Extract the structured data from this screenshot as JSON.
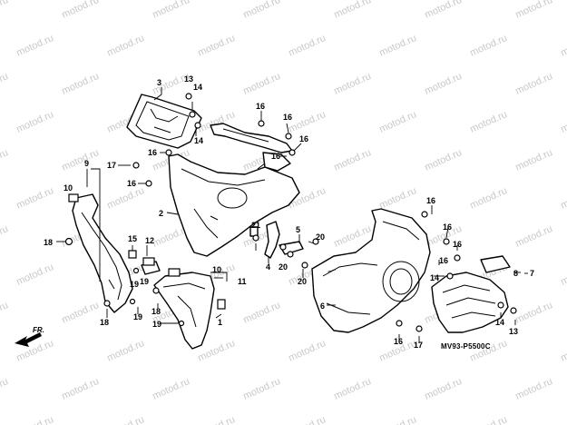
{
  "diagram": {
    "code_label": "MV93-P5500C",
    "direction_label": "FR.",
    "watermark": "motod.ru",
    "callouts": [
      {
        "id": "c3",
        "text": "3"
      },
      {
        "id": "c13a",
        "text": "13"
      },
      {
        "id": "c14a",
        "text": "14"
      },
      {
        "id": "c14b",
        "text": "14"
      },
      {
        "id": "c16a",
        "text": "16"
      },
      {
        "id": "c16b",
        "text": "16"
      },
      {
        "id": "c16c",
        "text": "16"
      },
      {
        "id": "c16d",
        "text": "16"
      },
      {
        "id": "c16e",
        "text": "16"
      },
      {
        "id": "c17a",
        "text": "17"
      },
      {
        "id": "c9",
        "text": "9"
      },
      {
        "id": "c2",
        "text": "2"
      },
      {
        "id": "c10a",
        "text": "10"
      },
      {
        "id": "c18a",
        "text": "18"
      },
      {
        "id": "c15",
        "text": "15"
      },
      {
        "id": "c12",
        "text": "12"
      },
      {
        "id": "c19a",
        "text": "19"
      },
      {
        "id": "c19b",
        "text": "19"
      },
      {
        "id": "c19c",
        "text": "19"
      },
      {
        "id": "c19d",
        "text": "19"
      },
      {
        "id": "c18b",
        "text": "18"
      },
      {
        "id": "c18c",
        "text": "18"
      },
      {
        "id": "c10b",
        "text": "10"
      },
      {
        "id": "c11",
        "text": "11"
      },
      {
        "id": "c1",
        "text": "1"
      },
      {
        "id": "c21",
        "text": "21"
      },
      {
        "id": "c4",
        "text": "4"
      },
      {
        "id": "c5",
        "text": "5"
      },
      {
        "id": "c20a",
        "text": "20"
      },
      {
        "id": "c20b",
        "text": "20"
      },
      {
        "id": "c20c",
        "text": "20"
      },
      {
        "id": "c6",
        "text": "6"
      },
      {
        "id": "c16f",
        "text": "16"
      },
      {
        "id": "c16g",
        "text": "16"
      },
      {
        "id": "c16h",
        "text": "16"
      },
      {
        "id": "c16i",
        "text": "16"
      },
      {
        "id": "c16j",
        "text": "16"
      },
      {
        "id": "c17b",
        "text": "17"
      },
      {
        "id": "c14c",
        "text": "14"
      },
      {
        "id": "c14d",
        "text": "14"
      },
      {
        "id": "c13b",
        "text": "13"
      },
      {
        "id": "c8",
        "text": "8"
      },
      {
        "id": "c7",
        "text": "7"
      }
    ]
  }
}
